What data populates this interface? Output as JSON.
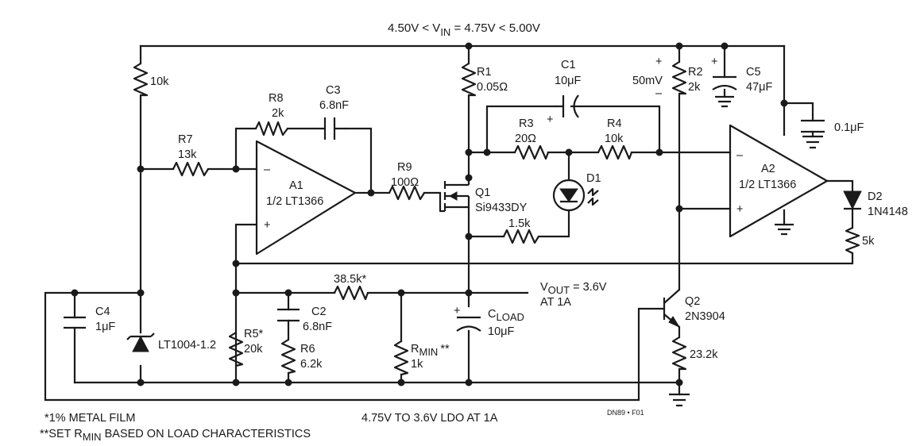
{
  "header": {
    "vin_prefix": "4.50V < V",
    "vin_sub": "IN",
    "vin_suffix": " =  4.75V < 5.00V"
  },
  "components": {
    "r_10k": "10k",
    "r7_name": "R7",
    "r7_val": "13k",
    "r8_name": "R8",
    "r8_val": "2k",
    "c3_name": "C3",
    "c3_val": "6.8nF",
    "a1_name": "A1",
    "a1_part": "1/2 LT1366",
    "r9_name": "R9",
    "r9_val": "100Ω",
    "r1_name": "R1",
    "r1_val": "0.05Ω",
    "c1_name": "C1",
    "c1_val": "10μF",
    "r3_name": "R3",
    "r3_val": "20Ω",
    "r4_name": "R4",
    "r4_val": "10k",
    "q1_name": "Q1",
    "q1_part": "Si9433DY",
    "d1_name": "D1",
    "r_1k5": "1.5k",
    "sense_plus": "+",
    "sense_val": "50mV",
    "sense_minus": "–",
    "r2_name": "R2",
    "r2_val": "2k",
    "c5_name": "C5",
    "c5_val": "47μF",
    "c_01": "0.1μF",
    "a2_name": "A2",
    "a2_part": "1/2 LT1366",
    "d2_name": "D2",
    "d2_part": "1N4148",
    "r_5k": "5k",
    "c4_name": "C4",
    "c4_val": "1μF",
    "ref_part": "LT1004-1.2",
    "r5_name": "R5*",
    "r5_val": "20k",
    "c2_name": "C2",
    "c2_val": "6.8nF",
    "r6_name": "R6",
    "r6_val": "6.2k",
    "r_385k": "38.5k*",
    "rmin_name": "R",
    "rmin_sub": "MIN",
    "rmin_star": "**",
    "rmin_val": "1k",
    "cload_name": "C",
    "cload_sub": "LOAD",
    "cload_val": "10μF",
    "vout_prefix": "V",
    "vout_sub": "OUT",
    "vout_suffix": " = 3.6V",
    "vout_current": "AT 1A",
    "q2_name": "Q2",
    "q2_part": "2N3904",
    "r_232k": "23.2k",
    "plus": "+",
    "minus": "–"
  },
  "notes": {
    "note1": "*1% METAL FILM",
    "note2_prefix": "**SET R",
    "note2_sub": "MIN",
    "note2_suffix": " BASED ON LOAD CHARACTERISTICS",
    "caption": "4.75V TO 3.6V LDO AT 1A",
    "figure_id": "DN89 • F01"
  }
}
